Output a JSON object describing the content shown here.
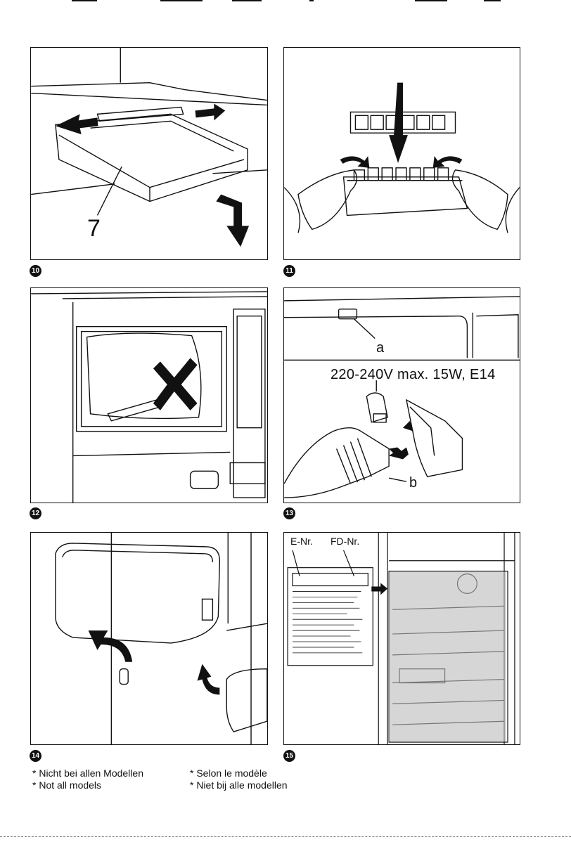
{
  "figures": {
    "fig10": {
      "number": "10",
      "callout": "7"
    },
    "fig11": {
      "number": "11"
    },
    "fig12": {
      "number": "12"
    },
    "fig13": {
      "number": "13",
      "callout_a": "a",
      "callout_b": "b",
      "spec": "220-240V max. 15W, E14"
    },
    "fig14": {
      "number": "14"
    },
    "fig15": {
      "number": "15",
      "label_e": "E-Nr.",
      "label_fd": "FD-Nr."
    }
  },
  "footnotes": {
    "de": "* Nicht bei allen Modellen",
    "en": "* Not all models",
    "fr": "* Selon le modèle",
    "nl": "* Niet bij alle modellen"
  }
}
